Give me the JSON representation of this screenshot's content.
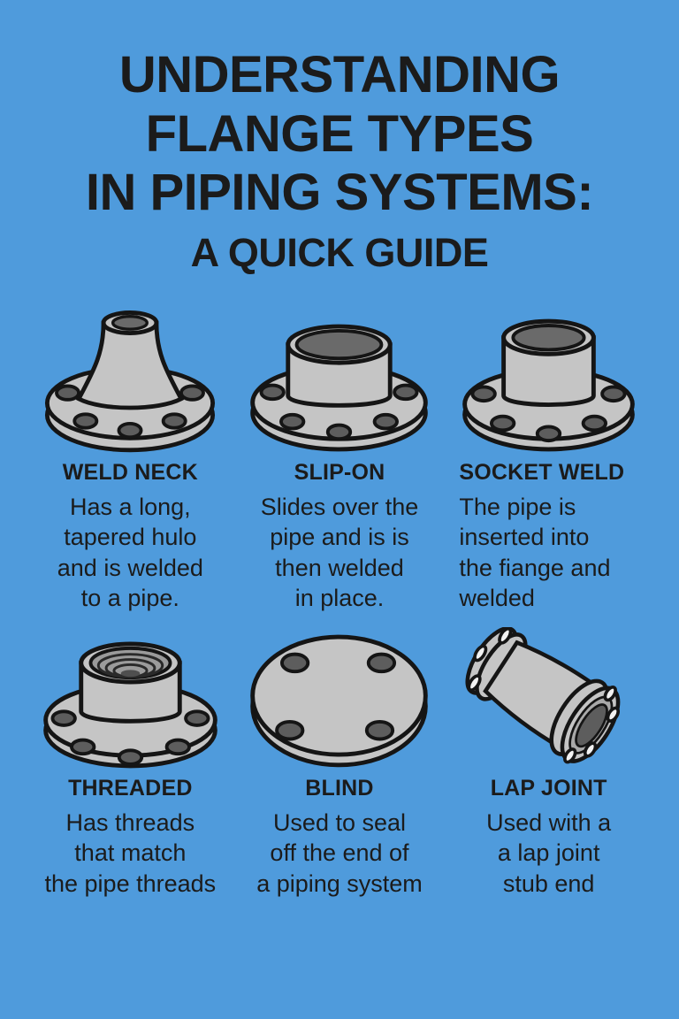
{
  "title": "UNDERSTANDING\nFLANGE TYPES\nIN PIPING SYSTEMS:",
  "subtitle": "A QUICK GUIDE",
  "colors": {
    "background": "#4f9bdc",
    "text": "#1b1b1b",
    "flange_body": "#c5c5c5",
    "flange_outline": "#151515",
    "bolt_hole": "#5d5d5d",
    "bore": "#6a6a6a",
    "lap_joint_hole": "#f2f2f2"
  },
  "cards": [
    {
      "name": "WELD NECK",
      "desc": "Has a long,\ntapered hulo\nand is welded\nto a pipe.",
      "icon": "weld-neck-flange"
    },
    {
      "name": "SLIP-ON",
      "desc": "Slides over the\npipe and is is\nthen welded\nin place.",
      "icon": "slip-on-flange"
    },
    {
      "name": "SOCKET WELD",
      "desc": "The pipe is\ninserted into\nthe fiange and\nwelded",
      "icon": "socket-weld-flange"
    },
    {
      "name": "THREADED",
      "desc": "Has threads\nthat match\nthe pipe threads",
      "icon": "threaded-flange"
    },
    {
      "name": "BLIND",
      "desc": "Used to seal\noff the end of\na piping system",
      "icon": "blind-flange"
    },
    {
      "name": "LAP JOINT",
      "desc": "Used with a\na lap joint\nstub end",
      "icon": "lap-joint-flange"
    }
  ]
}
